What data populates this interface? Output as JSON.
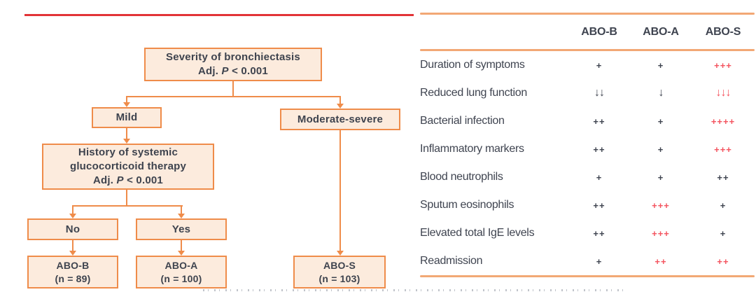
{
  "flowchart": {
    "root": {
      "title": "Severity of bronchiectasis",
      "adj_pre": "Adj. ",
      "adj_p": "P",
      "adj_post": " < 0.001"
    },
    "mild": {
      "label": "Mild"
    },
    "moderate": {
      "label": "Moderate-severe"
    },
    "history": {
      "line1": "History of systemic",
      "line2": "glucocorticoid therapy",
      "adj_pre": "Adj. ",
      "adj_p": "P",
      "adj_post": " < 0.001"
    },
    "no": {
      "label": "No"
    },
    "yes": {
      "label": "Yes"
    },
    "abo_b": {
      "line1": "ABO-B",
      "line2": "(n = 89)"
    },
    "abo_a": {
      "line1": "ABO-A",
      "line2": "(n = 100)"
    },
    "abo_s": {
      "line1": "ABO-S",
      "line2": "(n = 103)"
    }
  },
  "table": {
    "columns": [
      "ABO-B",
      "ABO-A",
      "ABO-S"
    ],
    "rows": [
      {
        "label": "Duration of symptoms",
        "cells": [
          {
            "v": "+",
            "hl": false
          },
          {
            "v": "+",
            "hl": false
          },
          {
            "v": "+++",
            "hl": true
          }
        ]
      },
      {
        "label": "Reduced lung function",
        "cells": [
          {
            "v": "↓↓",
            "hl": false
          },
          {
            "v": "↓",
            "hl": false
          },
          {
            "v": "↓↓↓",
            "hl": true
          }
        ]
      },
      {
        "label": "Bacterial infection",
        "cells": [
          {
            "v": "++",
            "hl": false
          },
          {
            "v": "+",
            "hl": false
          },
          {
            "v": "++++",
            "hl": true
          }
        ]
      },
      {
        "label": "Inflammatory markers",
        "cells": [
          {
            "v": "++",
            "hl": false
          },
          {
            "v": "+",
            "hl": false
          },
          {
            "v": "+++",
            "hl": true
          }
        ]
      },
      {
        "label": "Blood neutrophils",
        "cells": [
          {
            "v": "+",
            "hl": false
          },
          {
            "v": "+",
            "hl": false
          },
          {
            "v": "++",
            "hl": false
          }
        ]
      },
      {
        "label": "Sputum eosinophils",
        "cells": [
          {
            "v": "++",
            "hl": false
          },
          {
            "v": "+++",
            "hl": true
          },
          {
            "v": "+",
            "hl": false
          }
        ]
      },
      {
        "label": "Elevated total IgE levels",
        "cells": [
          {
            "v": "++",
            "hl": false
          },
          {
            "v": "+++",
            "hl": true
          },
          {
            "v": "+",
            "hl": false
          }
        ]
      },
      {
        "label": "Readmission",
        "cells": [
          {
            "v": "+",
            "hl": false
          },
          {
            "v": "++",
            "hl": true
          },
          {
            "v": "++",
            "hl": true
          }
        ]
      }
    ]
  },
  "colors": {
    "accent_orange": "#ef8c4a",
    "node_fill": "#fcebdd",
    "red_rule": "#e23337",
    "table_rule": "#f2a875",
    "text_dark": "#3f4450",
    "highlight_red": "#f4545f"
  }
}
